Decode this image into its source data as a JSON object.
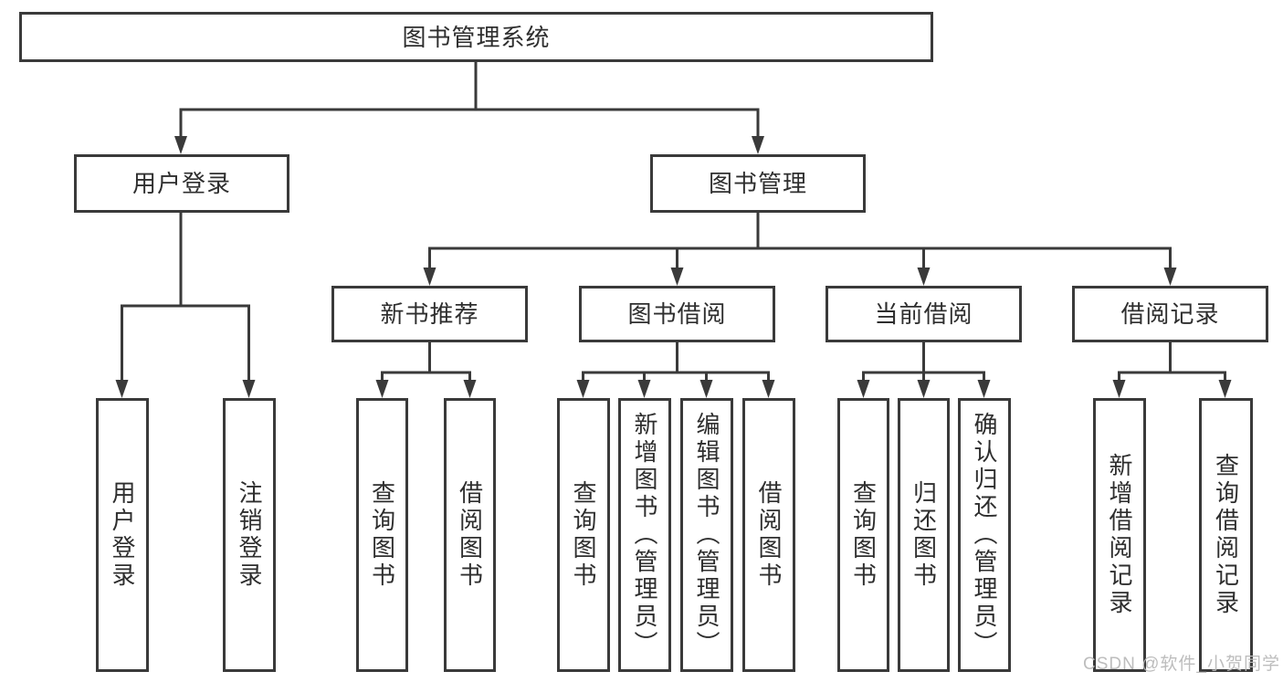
{
  "diagram": {
    "root": {
      "label": "图书管理系统"
    },
    "level2": [
      {
        "label": "用户登录",
        "children": [
          "用户登录",
          "注销登录"
        ]
      },
      {
        "label": "图书管理",
        "groups": [
          {
            "label": "新书推荐",
            "children": [
              "查询图书",
              "借阅图书"
            ]
          },
          {
            "label": "图书借阅",
            "children": [
              "查询图书",
              "新增图书（管理员）",
              "编辑图书（管理员）",
              "借阅图书"
            ]
          },
          {
            "label": "当前借阅",
            "children": [
              "查询图书",
              "归还图书",
              "确认归还（管理员）"
            ]
          },
          {
            "label": "借阅记录",
            "children": [
              "新增借阅记录",
              "查询借阅记录"
            ]
          }
        ]
      }
    ]
  },
  "watermark": {
    "text": "CSDN @软件_小贺同学"
  },
  "colors": {
    "line": "#3a3a3a",
    "text": "#2e2e2e",
    "background": "#ffffff",
    "watermark": "#b9b9b9"
  }
}
